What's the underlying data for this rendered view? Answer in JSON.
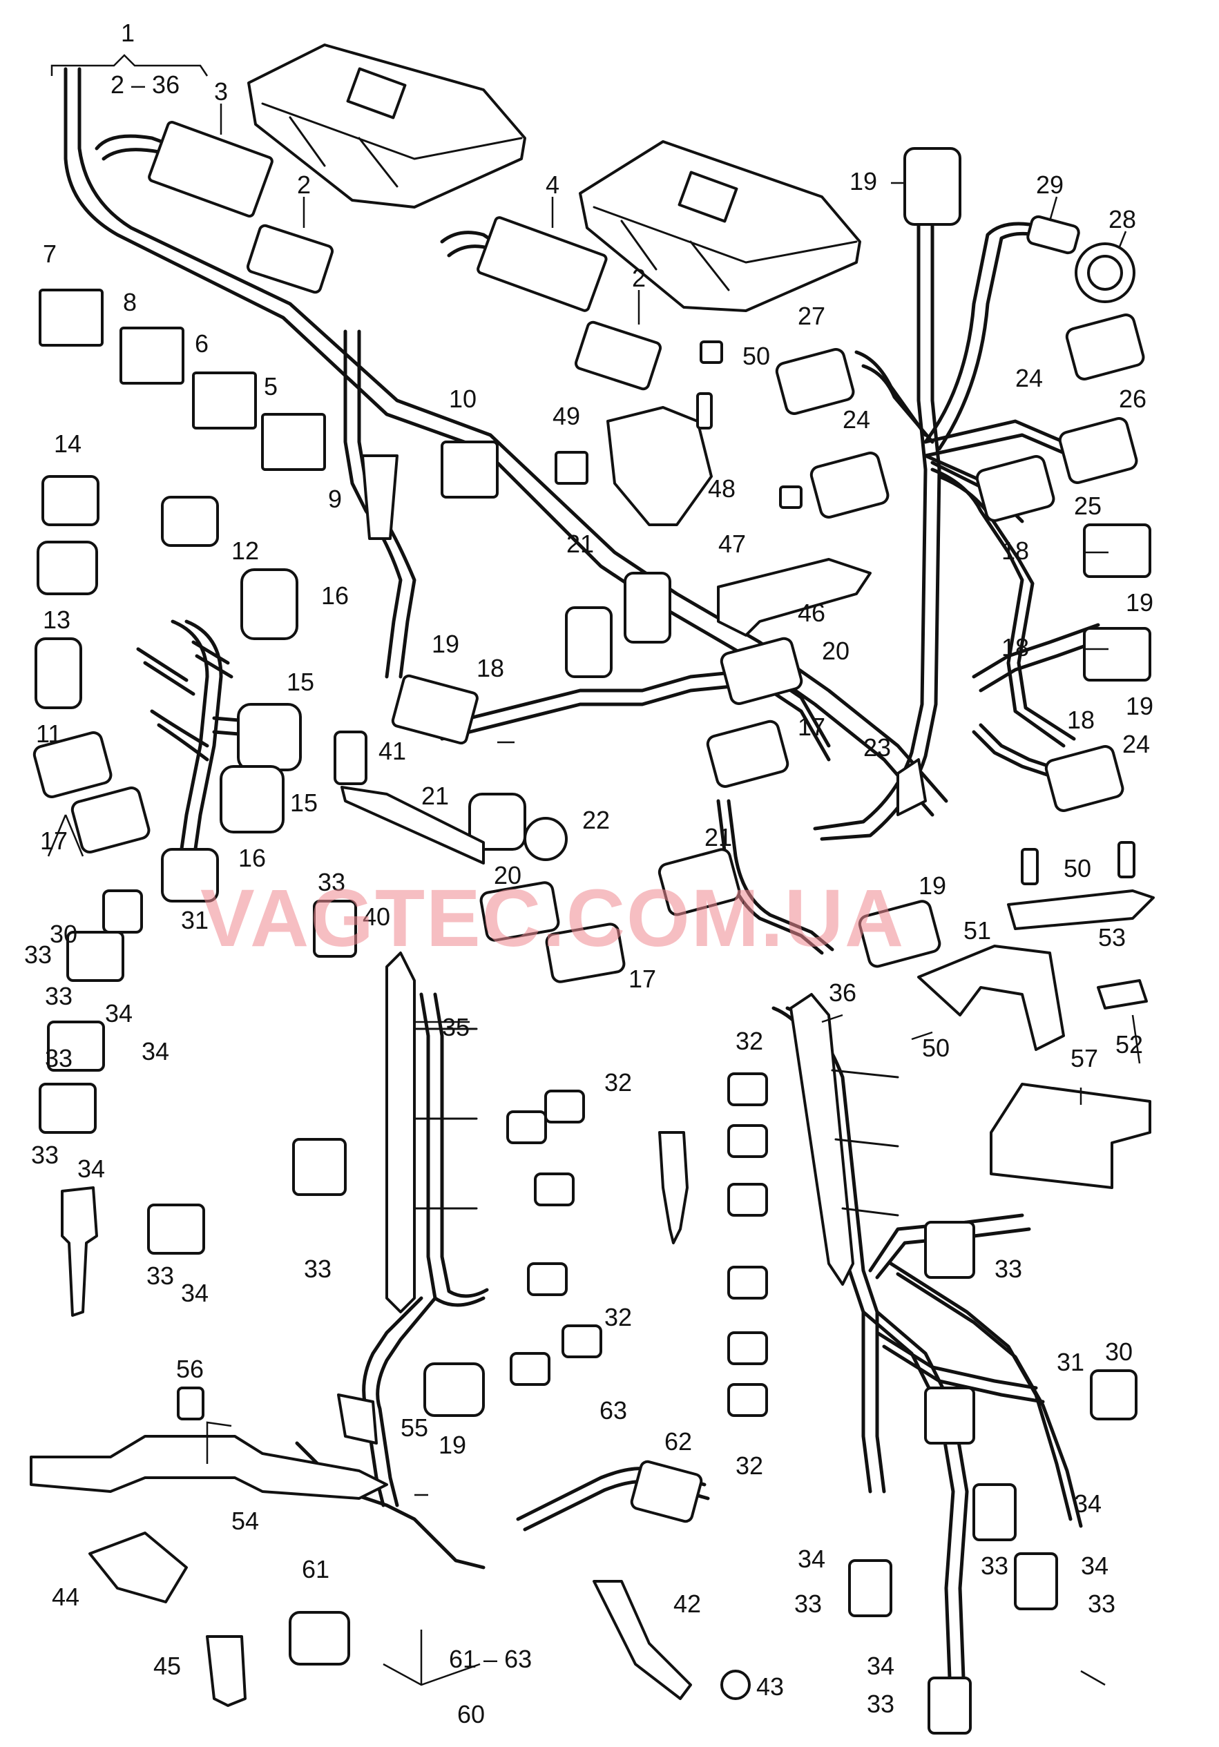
{
  "watermark": "VAGTEC.COM.UA",
  "callouts": [
    {
      "id": "c1",
      "text": "1"
    },
    {
      "id": "c2-36",
      "text": "2 – 36"
    },
    {
      "id": "c3",
      "text": "3"
    },
    {
      "id": "c2a",
      "text": "2"
    },
    {
      "id": "c4",
      "text": "4"
    },
    {
      "id": "c2b",
      "text": "2"
    },
    {
      "id": "c19a",
      "text": "19"
    },
    {
      "id": "c29",
      "text": "29"
    },
    {
      "id": "c28",
      "text": "28"
    },
    {
      "id": "c7",
      "text": "7"
    },
    {
      "id": "c8",
      "text": "8"
    },
    {
      "id": "c6",
      "text": "6"
    },
    {
      "id": "c5",
      "text": "5"
    },
    {
      "id": "c10",
      "text": "10"
    },
    {
      "id": "c50a",
      "text": "50"
    },
    {
      "id": "c27",
      "text": "27"
    },
    {
      "id": "c24a",
      "text": "24"
    },
    {
      "id": "c24b",
      "text": "24"
    },
    {
      "id": "c26",
      "text": "26"
    },
    {
      "id": "c49",
      "text": "49"
    },
    {
      "id": "c48",
      "text": "48"
    },
    {
      "id": "c25",
      "text": "25"
    },
    {
      "id": "c14",
      "text": "14"
    },
    {
      "id": "c9",
      "text": "9"
    },
    {
      "id": "c12",
      "text": "12"
    },
    {
      "id": "c47",
      "text": "47"
    },
    {
      "id": "c18a",
      "text": "18"
    },
    {
      "id": "c21a",
      "text": "21"
    },
    {
      "id": "c13",
      "text": "13"
    },
    {
      "id": "c16a",
      "text": "16"
    },
    {
      "id": "c46",
      "text": "46"
    },
    {
      "id": "c19b",
      "text": "19"
    },
    {
      "id": "c18b",
      "text": "18"
    },
    {
      "id": "c20a",
      "text": "20"
    },
    {
      "id": "c19c",
      "text": "19"
    },
    {
      "id": "c18c",
      "text": "18"
    },
    {
      "id": "c19d",
      "text": "19"
    },
    {
      "id": "c11",
      "text": "11"
    },
    {
      "id": "c15a",
      "text": "15"
    },
    {
      "id": "c41",
      "text": "41"
    },
    {
      "id": "c17a",
      "text": "17"
    },
    {
      "id": "c18d",
      "text": "18"
    },
    {
      "id": "c24c",
      "text": "24"
    },
    {
      "id": "c23",
      "text": "23"
    },
    {
      "id": "c21b",
      "text": "21"
    },
    {
      "id": "c22",
      "text": "22"
    },
    {
      "id": "c15b",
      "text": "15"
    },
    {
      "id": "c17b",
      "text": "17"
    },
    {
      "id": "c16b",
      "text": "16"
    },
    {
      "id": "c50b",
      "text": "50"
    },
    {
      "id": "c21c",
      "text": "21"
    },
    {
      "id": "c33a",
      "text": "33"
    },
    {
      "id": "c40",
      "text": "40"
    },
    {
      "id": "c20b",
      "text": "20"
    },
    {
      "id": "c19e",
      "text": "19"
    },
    {
      "id": "c53",
      "text": "53"
    },
    {
      "id": "c30a",
      "text": "30"
    },
    {
      "id": "c31a",
      "text": "31"
    },
    {
      "id": "c51",
      "text": "51"
    },
    {
      "id": "c33b",
      "text": "33"
    },
    {
      "id": "c17c",
      "text": "17"
    },
    {
      "id": "c34a",
      "text": "34"
    },
    {
      "id": "c36",
      "text": "36"
    },
    {
      "id": "c33c",
      "text": "33"
    },
    {
      "id": "c35",
      "text": "35"
    },
    {
      "id": "c50c",
      "text": "50"
    },
    {
      "id": "c52",
      "text": "52"
    },
    {
      "id": "c34b",
      "text": "34"
    },
    {
      "id": "c32a",
      "text": "32"
    },
    {
      "id": "c57",
      "text": "57"
    },
    {
      "id": "c32b",
      "text": "32"
    },
    {
      "id": "c33d",
      "text": "33"
    },
    {
      "id": "c34c",
      "text": "34"
    },
    {
      "id": "c33e",
      "text": "33"
    },
    {
      "id": "c33f",
      "text": "33"
    },
    {
      "id": "c33g",
      "text": "33"
    },
    {
      "id": "c34d",
      "text": "34"
    },
    {
      "id": "c32c",
      "text": "32"
    },
    {
      "id": "c30b",
      "text": "30"
    },
    {
      "id": "c31b",
      "text": "31"
    },
    {
      "id": "c56",
      "text": "56"
    },
    {
      "id": "c55",
      "text": "55"
    },
    {
      "id": "c19f",
      "text": "19"
    },
    {
      "id": "c63",
      "text": "63"
    },
    {
      "id": "c62",
      "text": "62"
    },
    {
      "id": "c33h",
      "text": "33"
    },
    {
      "id": "c32d",
      "text": "32"
    },
    {
      "id": "c34e",
      "text": "34"
    },
    {
      "id": "c54",
      "text": "54"
    },
    {
      "id": "c34f",
      "text": "34"
    },
    {
      "id": "c34g",
      "text": "34"
    },
    {
      "id": "c33i",
      "text": "33"
    },
    {
      "id": "c33j",
      "text": "33"
    },
    {
      "id": "c61",
      "text": "61"
    },
    {
      "id": "c42",
      "text": "42"
    },
    {
      "id": "c33k",
      "text": "33"
    },
    {
      "id": "c44",
      "text": "44"
    },
    {
      "id": "c45",
      "text": "45"
    },
    {
      "id": "c43",
      "text": "43"
    },
    {
      "id": "c61-63",
      "text": "61 – 63"
    },
    {
      "id": "c34h",
      "text": "34"
    },
    {
      "id": "c33l",
      "text": "33"
    },
    {
      "id": "c60",
      "text": "60"
    }
  ]
}
